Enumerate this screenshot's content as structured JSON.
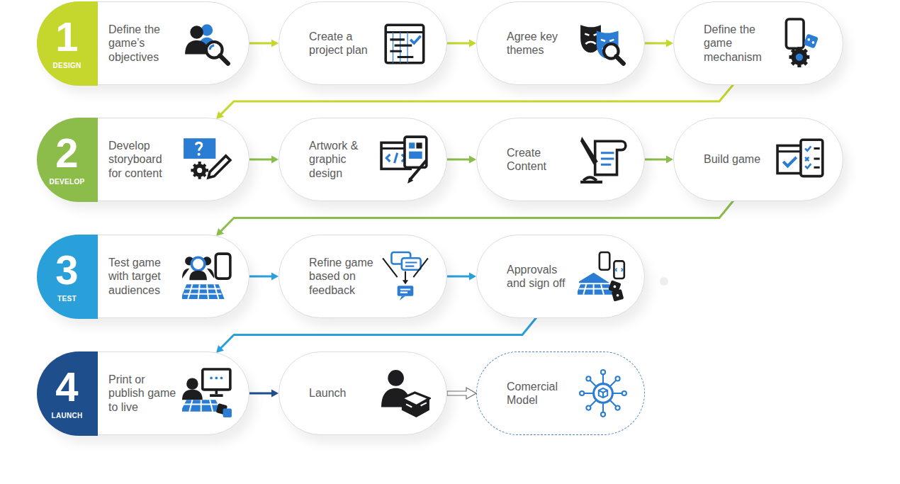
{
  "diagram": {
    "nodes": [
      {
        "text": [
          "1",
          "DESIGN",
          "Define the game’s objectives"
        ]
      },
      {
        "text": [
          "Create a project plan"
        ]
      },
      {
        "text": [
          "Agree key themes"
        ]
      },
      {
        "text": [
          "Define the game mechanism"
        ]
      },
      {
        "text": [
          "2",
          "DEVELOP",
          "Develop storyboard for content"
        ]
      },
      {
        "text": [
          "Artwork & graphic design"
        ]
      },
      {
        "text": [
          "Create Content"
        ]
      },
      {
        "text": [
          "Build game"
        ]
      },
      {
        "text": [
          "3",
          "TEST",
          "Test game with target audiences"
        ]
      },
      {
        "text": [
          "Refine game based on feedback"
        ]
      },
      {
        "text": [
          "Approvals and sign off"
        ]
      },
      {
        "text": [
          "4",
          "LAUNCH",
          "Print or publish game to live"
        ]
      },
      {
        "text": [
          "Launch"
        ]
      },
      {
        "text": [
          "Comercial Model"
        ]
      }
    ],
    "edges": [
      {
        "from": 0,
        "to": 1,
        "arrow": "to"
      },
      {
        "from": 1,
        "to": 2,
        "arrow": "to"
      },
      {
        "from": 2,
        "to": 3,
        "arrow": "to"
      },
      {
        "from": 3,
        "to": 4,
        "arrow": "to"
      },
      {
        "from": 4,
        "to": 5,
        "arrow": "to"
      },
      {
        "from": 5,
        "to": 6,
        "arrow": "to"
      },
      {
        "from": 6,
        "to": 7,
        "arrow": "to"
      },
      {
        "from": 7,
        "to": 8,
        "arrow": "to"
      },
      {
        "from": 8,
        "to": 9,
        "arrow": "to"
      },
      {
        "from": 9,
        "to": 10,
        "arrow": "to"
      },
      {
        "from": 10,
        "to": 11,
        "arrow": "to"
      },
      {
        "from": 11,
        "to": 12,
        "arrow": "to"
      },
      {
        "from": 12,
        "to": 13,
        "arrow": "to"
      }
    ]
  }
}
